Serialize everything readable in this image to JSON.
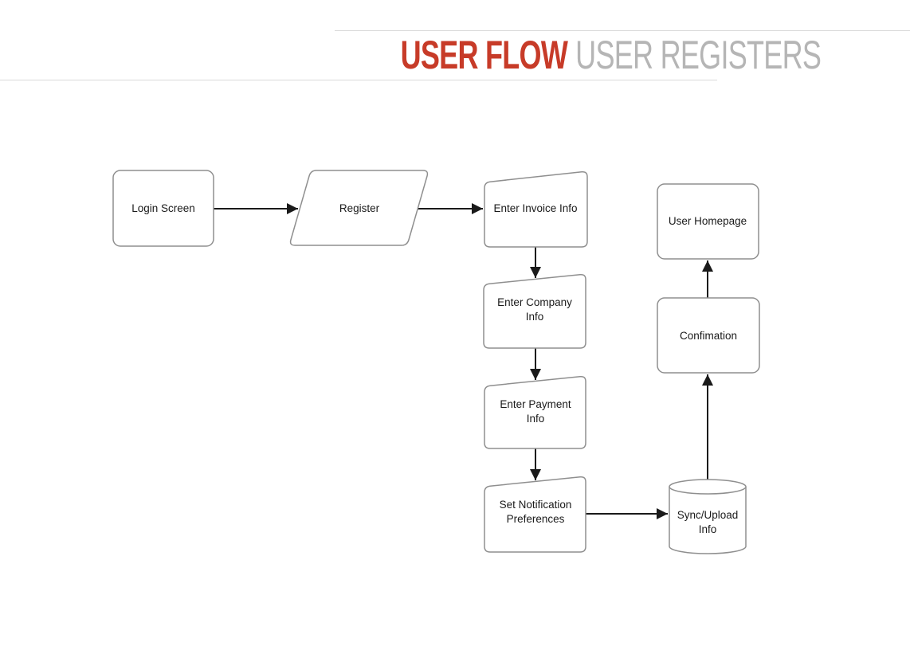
{
  "title": {
    "primary": "USER FLOW",
    "secondary": "USER REGISTERS"
  },
  "colors": {
    "accent_red": "#c73b28",
    "title_gray": "#b5b5b5",
    "node_border": "#8f8f8f",
    "node_text": "#1a1a1a",
    "arrow": "#1a1a1a",
    "divider": "#d9d9d9",
    "background": "#ffffff"
  },
  "nodes": {
    "login_screen": {
      "label": "Login Screen",
      "shape": "rounded-rectangle"
    },
    "register": {
      "label": "Register",
      "shape": "parallelogram"
    },
    "enter_invoice_info": {
      "label": "Enter Invoice Info",
      "shape": "manual-input"
    },
    "enter_company_info": {
      "line1": "Enter Company",
      "line2": "Info",
      "shape": "manual-input"
    },
    "enter_payment_info": {
      "line1": "Enter Payment",
      "line2": "Info",
      "shape": "manual-input"
    },
    "set_notification_preferences": {
      "line1": "Set Notification",
      "line2": "Preferences",
      "shape": "manual-input"
    },
    "sync_upload_info": {
      "line1": "Sync/Upload",
      "line2": "Info",
      "shape": "database-cylinder"
    },
    "confirmation": {
      "label": "Confimation",
      "shape": "rounded-rectangle"
    },
    "user_homepage": {
      "label": "User Homepage",
      "shape": "rounded-rectangle"
    }
  },
  "edges": [
    {
      "from": "login_screen",
      "to": "register"
    },
    {
      "from": "register",
      "to": "enter_invoice_info"
    },
    {
      "from": "enter_invoice_info",
      "to": "enter_company_info"
    },
    {
      "from": "enter_company_info",
      "to": "enter_payment_info"
    },
    {
      "from": "enter_payment_info",
      "to": "set_notification_preferences"
    },
    {
      "from": "set_notification_preferences",
      "to": "sync_upload_info"
    },
    {
      "from": "sync_upload_info",
      "to": "confirmation"
    },
    {
      "from": "confirmation",
      "to": "user_homepage"
    }
  ]
}
